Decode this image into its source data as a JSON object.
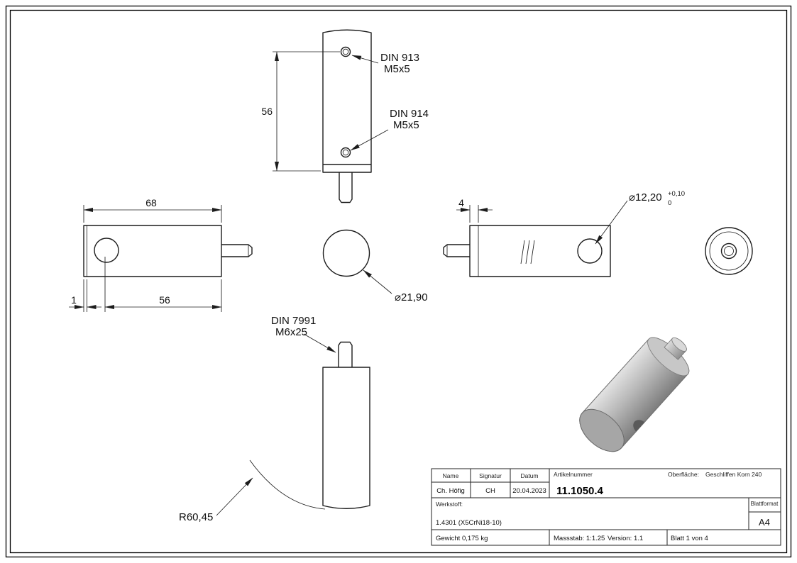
{
  "colors": {
    "line": "#1c1c1c",
    "iso_light": "#e3e3e3",
    "iso_mid": "#b8b8b8",
    "iso_dark": "#7d7d7d",
    "iso_face": "#a6a6a6"
  },
  "annotations": {
    "din913_line1": "DIN 913",
    "din913_line2": "M5x5",
    "din914_line1": "DIN 914",
    "din914_line2": "M5x5",
    "din7991_line1": "DIN 7991",
    "din7991_line2": "M6x25",
    "dim_height": "56",
    "dim_length": "68",
    "dim_edge": "1",
    "dim_hole_pos": "56",
    "dim_step": "4",
    "dia_body": "⌀21,90",
    "dia_hole": "⌀12,20",
    "dia_hole_tol_plus": "+0,10",
    "dia_hole_tol_minus": "0",
    "radius_grind": "R60,45"
  },
  "title_block": {
    "name_label": "Name",
    "signature_label": "Signatur",
    "date_label": "Datum",
    "article_label": "Artikelnummer",
    "surface_label": "Oberfläche:",
    "surface_value": "Geschliffen Korn 240",
    "name_value": "Ch. Höfig",
    "signature_value": "CH",
    "date_value": "20.04.2023",
    "article_value": "11.1050.4",
    "material_label": "Werkstoff:",
    "material_value": "1.4301 (X5CrNi18-10)",
    "format_label": "Blattformat",
    "format_value": "A4",
    "weight": "Gewicht 0,175 kg",
    "scale": "Massstab: 1:1.25",
    "version": "Version: 1.1",
    "sheet": "Blatt 1 von 4"
  }
}
